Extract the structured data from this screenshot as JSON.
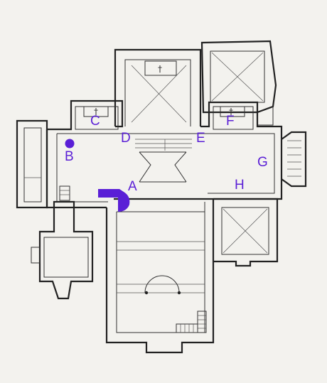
{
  "labels": {
    "a": "A",
    "b": "B",
    "c": "C",
    "d": "D",
    "e": "E",
    "f": "F",
    "g": "G",
    "h": "H"
  },
  "symbols": {
    "altar_cross": "†"
  },
  "colors": {
    "annotation": "#5a1fd6",
    "ink": "#222222",
    "paper": "#f3f2ee"
  }
}
